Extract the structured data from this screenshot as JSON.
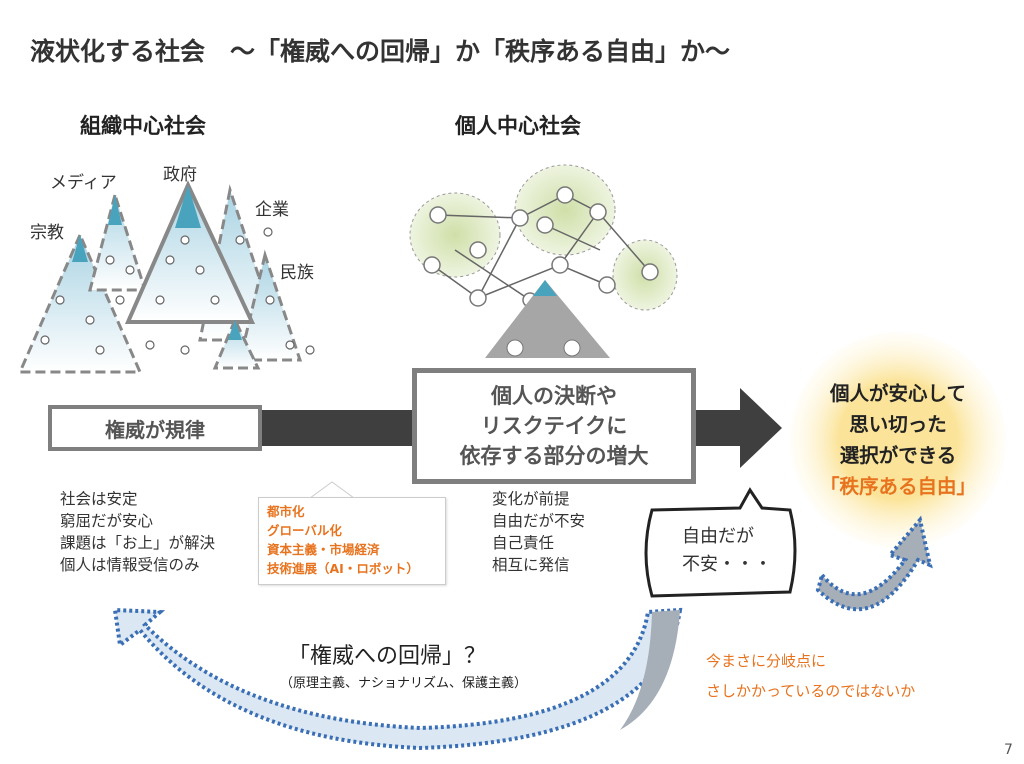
{
  "title": "液状化する社会　～「権威への回帰」か「秩序ある自由」か～",
  "left_section": {
    "heading": "組織中心社会",
    "labels": {
      "media": "メディア",
      "government": "政府",
      "corporate": "企業",
      "religion": "宗教",
      "ethnicity": "民族"
    },
    "box_label": "権威が規律",
    "traits": [
      "社会は安定",
      "窮屈だが安心",
      "課題は「お上」が解決",
      "個人は情報受信のみ"
    ]
  },
  "right_section": {
    "heading": "個人中心社会",
    "box_lines": [
      "個人の決断や",
      "リスクテイクに",
      "依存する部分の増大"
    ],
    "traits": [
      "変化が前提",
      "自由だが不安",
      "自己責任",
      "相互に発信"
    ]
  },
  "drivers": [
    "都市化",
    "グローバル化",
    "資本主義・市場経済",
    "技術進展（AI・ロボット）"
  ],
  "speech_bubble": [
    "自由だが",
    "不安・・・"
  ],
  "goal": {
    "lines": [
      "個人が安心して",
      "思い切った",
      "選択ができる"
    ],
    "highlight": "「秩序ある自由」"
  },
  "regression": {
    "label": "「権威への回帰」？",
    "sub": "（原理主義、ナショナリズム、保護主義）"
  },
  "branch_note": [
    "今まさに分岐点に",
    "さしかかっているのではないか"
  ],
  "page_number": "7",
  "colors": {
    "accent_orange": "#e8731e",
    "teal": "#4aa3bd",
    "arrow_gray": "#3f3f3f",
    "dotted_blue": "#3a6fb5"
  }
}
